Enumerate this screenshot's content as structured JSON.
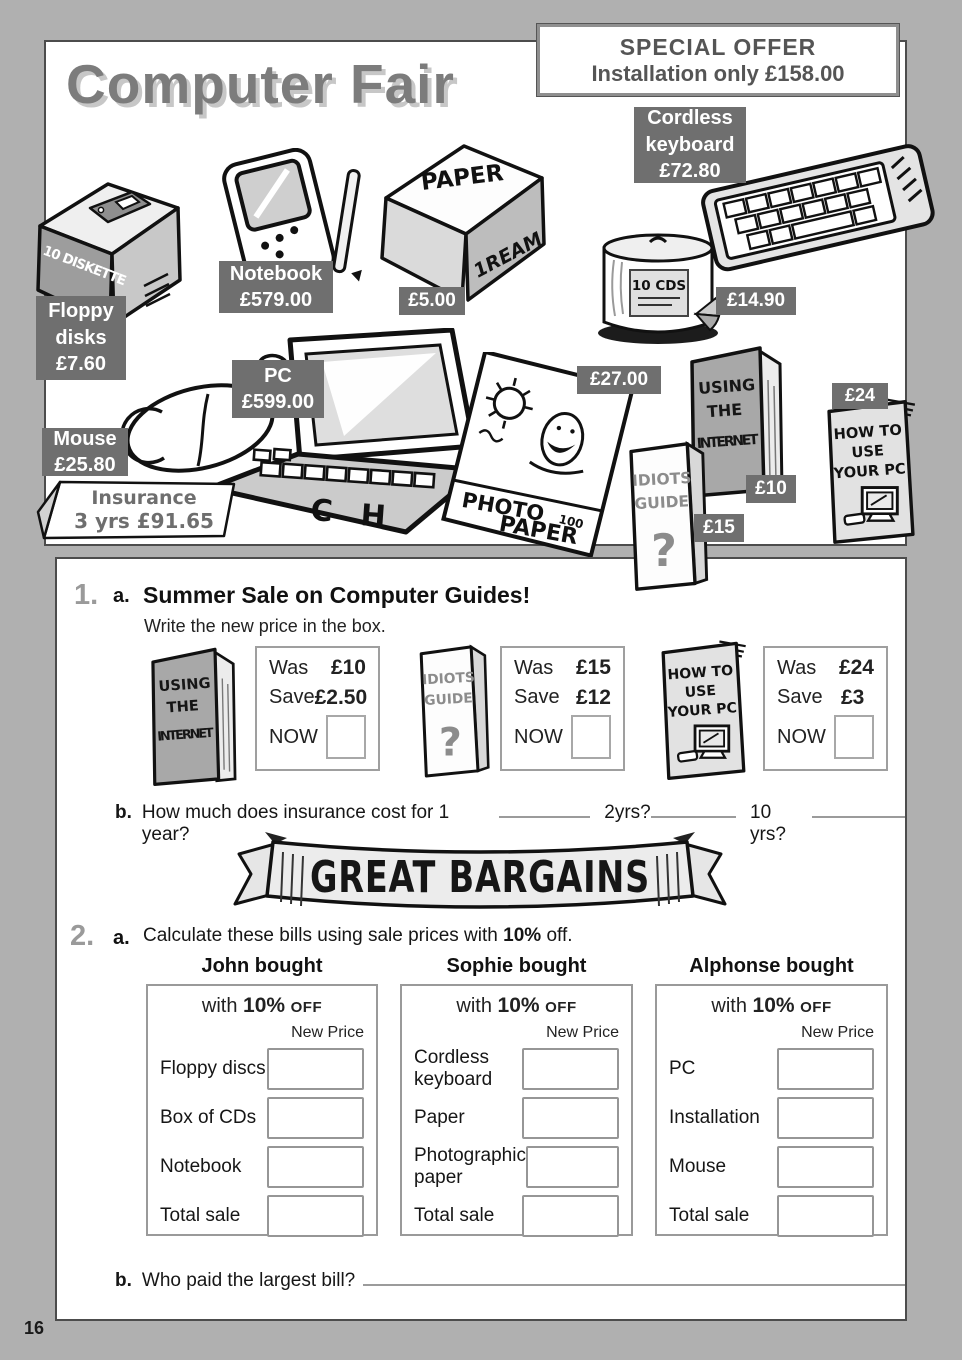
{
  "page_number": "16",
  "poster": {
    "title": "Computer Fair",
    "special_offer": {
      "line1": "SPECIAL OFFER",
      "line2": "Installation only £158.00"
    },
    "floppy": {
      "art": "10 DISKETTE",
      "tag1": "Floppy",
      "tag2": "disks",
      "tag3": "£7.60"
    },
    "notebook": {
      "tag1": "Notebook",
      "tag2": "£579.00"
    },
    "paper": {
      "art_top": "PAPER",
      "art_side": "1REAM",
      "tag": "£5.00"
    },
    "cds": {
      "art": "10 CDS",
      "tag": "£14.90"
    },
    "keyboard": {
      "tag1": "Cordless",
      "tag2": "keyboard",
      "tag3": "£72.80"
    },
    "mouse": {
      "tag1": "Mouse",
      "tag2": "£25.80"
    },
    "pc": {
      "tag1": "PC",
      "tag2": "£599.00",
      "key1": "C",
      "key2": "H"
    },
    "insurance": {
      "line1": "Insurance",
      "line2": "3 yrs £91.65"
    },
    "photo": {
      "tag": "£27.00",
      "art1": "PHOTO",
      "art2": "PAPER",
      "art3": "100"
    },
    "idiots": {
      "art1": "IDIOTS",
      "art2": "GUIDE",
      "art3": "?",
      "tag": "£15"
    },
    "internet": {
      "art1": "USING",
      "art2": "THE",
      "art3": "INTERNET",
      "tag": "£10"
    },
    "pcbook": {
      "art1": "HOW TO",
      "art2": "USE",
      "art3": "YOUR PC",
      "tag": "£24"
    }
  },
  "ex1": {
    "num": "1.",
    "a": "a.",
    "title": "Summer Sale on Computer Guides!",
    "sub": "Write the new price in the box.",
    "labels": {
      "was": "Was",
      "save": "Save",
      "now": "NOW"
    },
    "deals": [
      {
        "was": "£10",
        "save": "£2.50"
      },
      {
        "was": "£15",
        "save": "£12"
      },
      {
        "was": "£24",
        "save": "£3"
      }
    ],
    "b": "b.",
    "bq1": "How much does insurance cost for 1 year?",
    "bq2": "2yrs?",
    "bq3": "10 yrs?"
  },
  "banner": {
    "text": "GREAT BARGAINS"
  },
  "ex2": {
    "num": "2.",
    "a": "a.",
    "t1": "Calculate these bills using sale prices with",
    "t2": "10%",
    "t3": "off.",
    "labels": {
      "with": "with",
      "discount": "10%",
      "off": "OFF",
      "new_price": "New Price"
    },
    "tables": [
      {
        "buyer": "John bought",
        "rows": [
          "Floppy discs",
          "Box of CDs",
          "Notebook",
          "Total sale"
        ]
      },
      {
        "buyer": "Sophie bought",
        "rows": [
          "Cordless keyboard",
          "Paper",
          "Photographic paper",
          "Total sale"
        ]
      },
      {
        "buyer": "Alphonse bought",
        "rows": [
          "PC",
          "Installation",
          "Mouse",
          "Total sale"
        ]
      }
    ],
    "b": "b.",
    "bq": "Who paid the largest bill?"
  }
}
